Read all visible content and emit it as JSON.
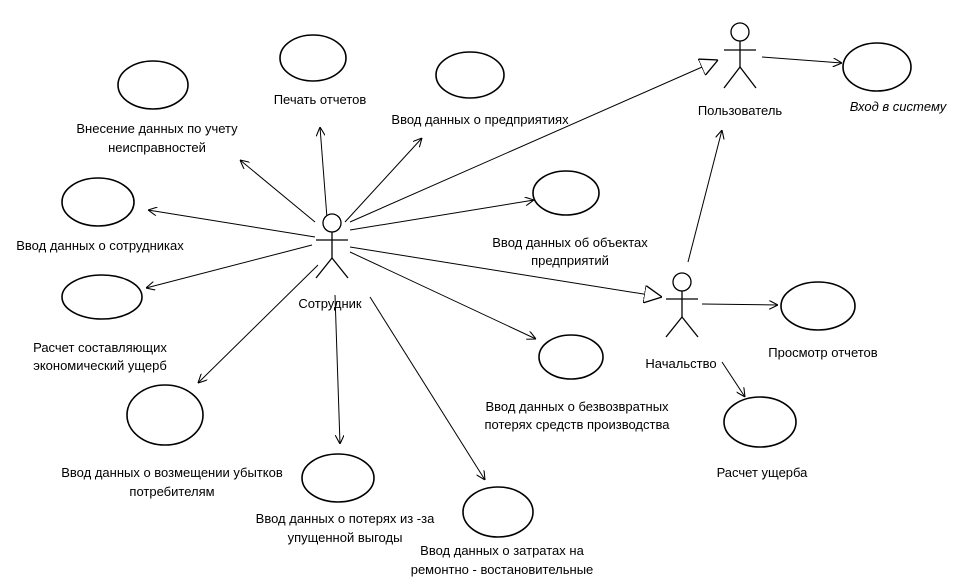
{
  "actors": {
    "employee": "Сотрудник",
    "user": "Пользователь",
    "management": "Начальство"
  },
  "usecases": {
    "print_reports": "Печать отчетов",
    "malfunctions": [
      "Внесение данных по учету",
      "неисправностей"
    ],
    "enterprises": "Ввод данных о предприятиях",
    "employees": "Ввод данных о сотрудниках",
    "enterprise_objects": [
      "Ввод данных об объектах",
      "предприятий"
    ],
    "economic_damage": [
      "Расчет составляющих",
      "экономический ущерб"
    ],
    "irrecoverable_losses": [
      "Ввод данных о безвозвратных",
      "потерях средств производства"
    ],
    "consumer_compensation": [
      "Ввод данных о возмещении убытков",
      "потребителям"
    ],
    "lost_profit": [
      "Ввод данных о потерях из -за",
      "упущенной выгоды"
    ],
    "repair_costs": [
      "Ввод данных о затратах на",
      "ремонтно - востановительные"
    ],
    "login": "Вход в систему",
    "view_reports": "Просмотр отчетов",
    "damage_calc": "Расчет ущерба"
  }
}
